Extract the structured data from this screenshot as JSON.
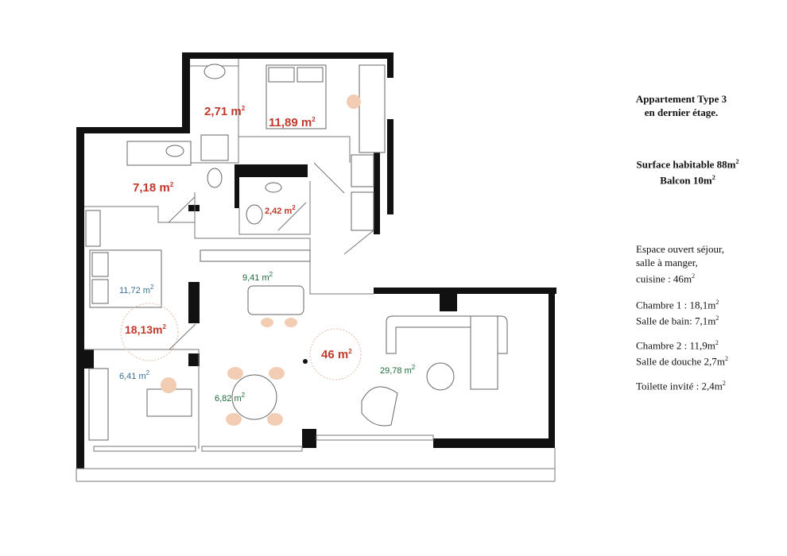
{
  "info": {
    "title_line1": "Appartement Type 3",
    "title_line2": "en dernier étage.",
    "surface_label": "Surface habitable 88",
    "surface_unit": "m",
    "surface_exp": "2",
    "balcon_label": "Balcon 10",
    "balcon_unit": "m",
    "balcon_exp": "2",
    "open_line1": "Espace ouvert séjour,",
    "open_line2": "salle à manger,",
    "open_line3": "cuisine : 46",
    "open_unit": "m",
    "open_exp": "2",
    "chambre1": "Chambre 1 : 18,1",
    "chambre1_unit": "m",
    "chambre1_exp": "2",
    "sdb": "Salle de bain: 7,1",
    "sdb_unit": "m",
    "sdb_exp": "2",
    "chambre2": "Chambre 2 : 11,9",
    "chambre2_unit": "m",
    "chambre2_exp": "2",
    "sdd": "Salle de douche 2,7",
    "sdd_unit": "m",
    "sdd_exp": "2",
    "toilette": "Toilette invité : 2,4",
    "toilette_unit": "m",
    "toilette_exp": "2"
  },
  "rooms": {
    "r271": "2,71 m",
    "r1189": "11,89 m",
    "r718": "7,18 m",
    "r242": "2,42 m",
    "r941": "9,41 m",
    "r1172": "11,72 m",
    "r1813": "18,13m",
    "r46": "46 m",
    "r641": "6,41 m",
    "r682": "6,82 m",
    "r2978": "29,78 m",
    "exp": "2"
  },
  "colors": {
    "area_red": "#c0392b",
    "area_blue": "#3a6f8f",
    "area_green": "#1f6b3a",
    "wall": "#111111",
    "chair": "#f2cdb4"
  }
}
